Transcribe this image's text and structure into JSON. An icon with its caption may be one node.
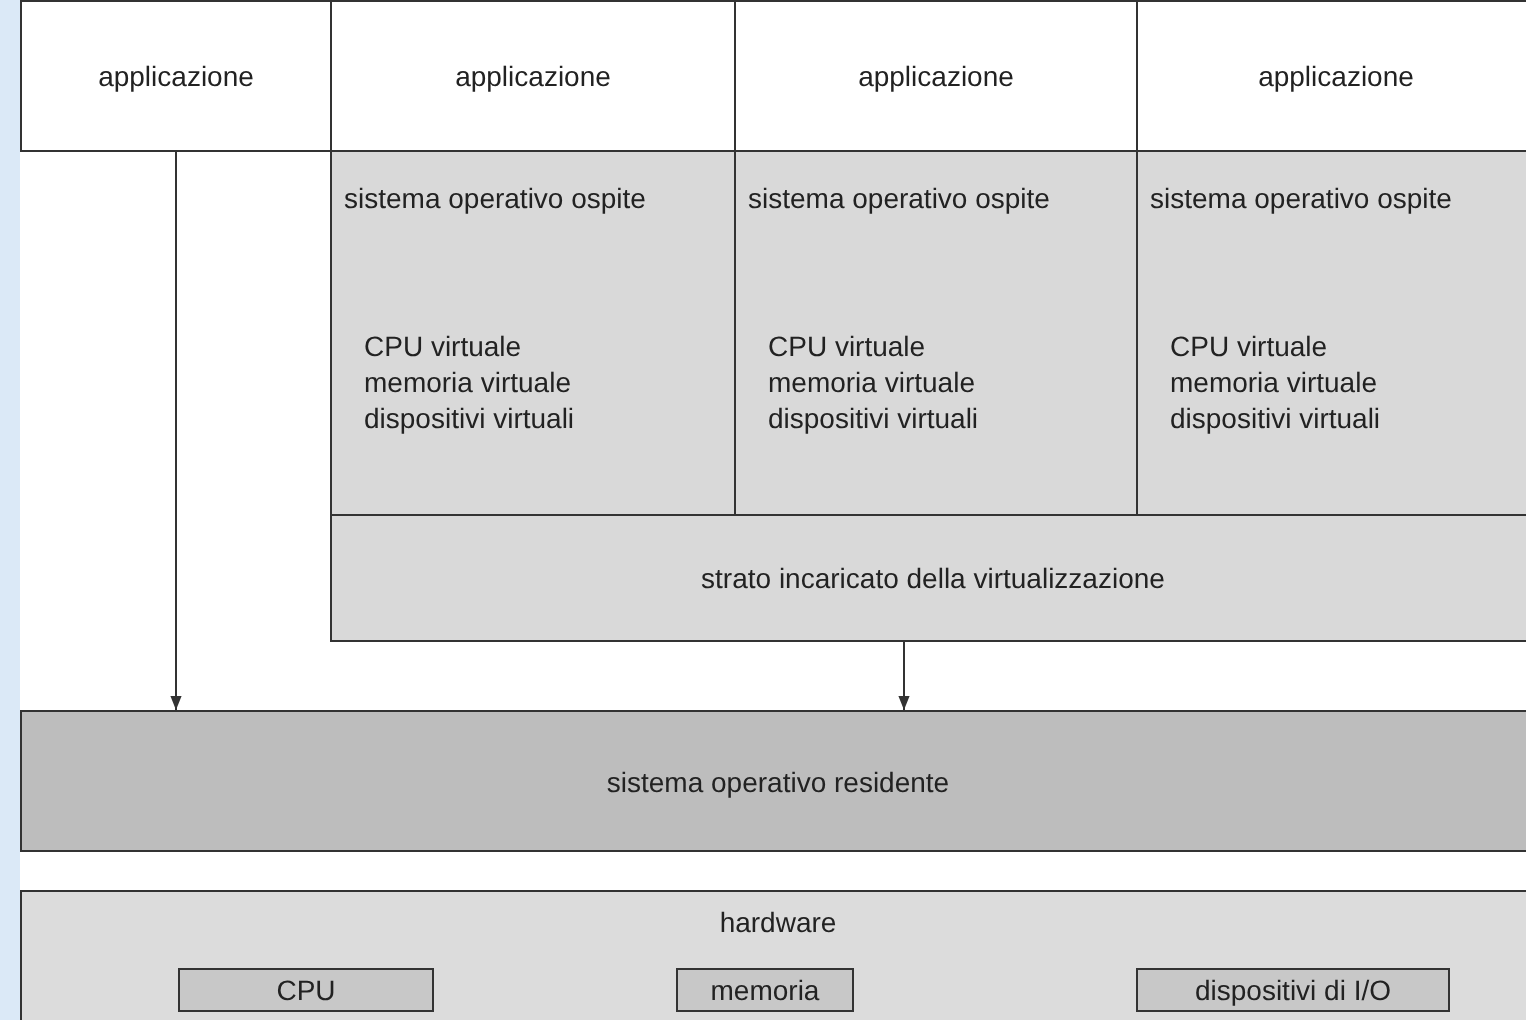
{
  "diagram": {
    "nodes": [
      {
        "text": [
          "applicazione"
        ]
      },
      {
        "text": [
          "applicazione"
        ]
      },
      {
        "text": [
          "applicazione"
        ]
      },
      {
        "text": [
          "applicazione"
        ]
      },
      {
        "text": [
          "sistema operativo ospite",
          "CPU virtuale memoria virtuale dispositivi virtuali"
        ]
      },
      {
        "text": [
          "sistema operativo ospite",
          "CPU virtuale memoria virtuale dispositivi virtuali"
        ]
      },
      {
        "text": [
          "sistema operativo ospite",
          "CPU virtuale memoria virtuale dispositivi virtuali"
        ]
      },
      {
        "text": [
          "strato incaricato della virtualizzazione"
        ]
      },
      {
        "text": [
          "sistema operativo residente"
        ]
      },
      {
        "text": [
          "hardware"
        ]
      },
      {
        "text": [
          "CPU"
        ],
        "in": 9
      },
      {
        "text": [
          "memoria"
        ],
        "in": 9
      },
      {
        "text": [
          "dispositivi di I/O"
        ],
        "in": 9
      }
    ],
    "edges": [
      {
        "from": 0,
        "to": 8,
        "arrow": "to"
      },
      {
        "from": 7,
        "to": 8,
        "arrow": "to"
      }
    ]
  }
}
